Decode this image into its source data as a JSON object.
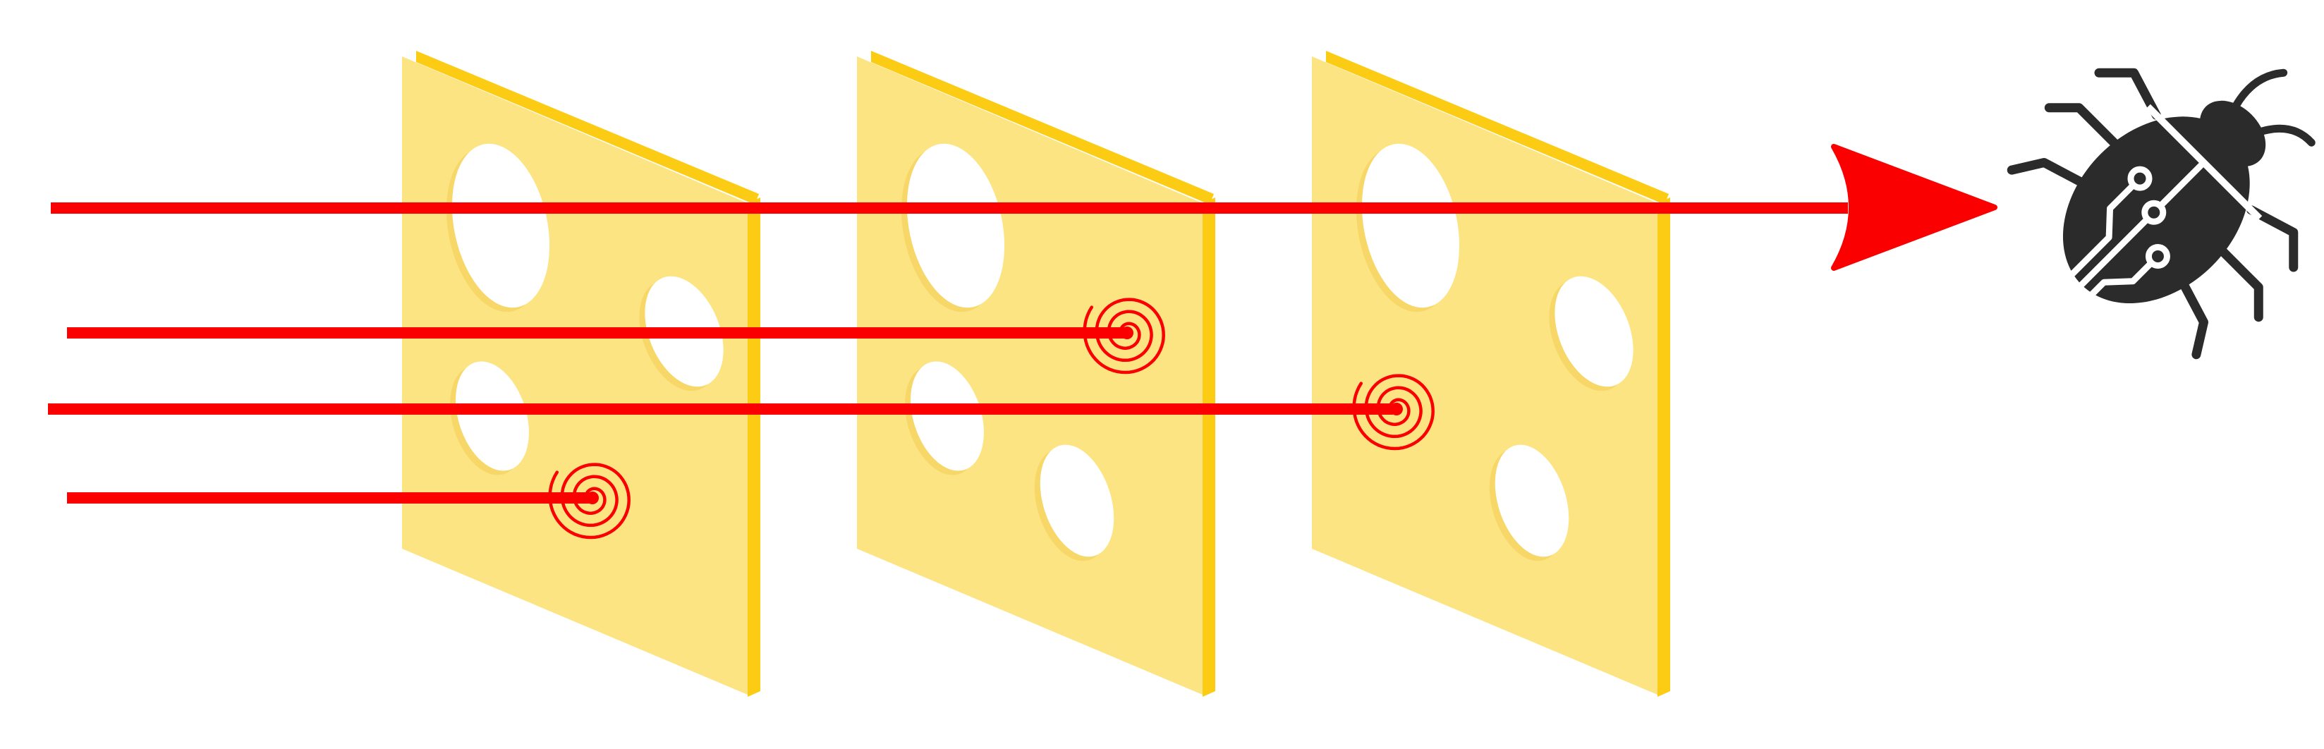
{
  "diagram": {
    "colors": {
      "background": "#ffffff",
      "slice_face": "#fde482",
      "slice_edge": "#fccc14",
      "hole_fill": "#ffffff",
      "hole_shadow": "#f6d768",
      "ray": "#fb0000",
      "bug": "#2b2b2b",
      "bug_detail": "#ffffff"
    },
    "slices": [
      {
        "name": "cheese-slice-1"
      },
      {
        "name": "cheese-slice-2"
      },
      {
        "name": "cheese-slice-3"
      }
    ],
    "rays": [
      {
        "name": "ray-1",
        "blocked_at_slice": null,
        "reaches": "bug"
      },
      {
        "name": "ray-2",
        "blocked_at_slice": 2,
        "reaches": "spiral"
      },
      {
        "name": "ray-3",
        "blocked_at_slice": 3,
        "reaches": "spiral"
      },
      {
        "name": "ray-4",
        "blocked_at_slice": 1,
        "reaches": "spiral"
      }
    ],
    "target_icon": "bug-icon",
    "arrow_icon": "arrow-head-icon",
    "blocked_icon": "spiral-icon"
  }
}
